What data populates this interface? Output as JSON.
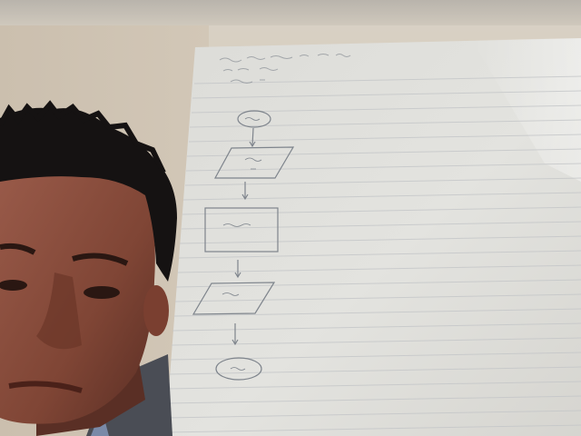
{
  "scene": {
    "description_icons": [
      "person",
      "lined-paper",
      "flowchart-sketch"
    ]
  },
  "paper": {
    "heading_lines": [
      "",
      "",
      ""
    ],
    "flowchart_nodes": [
      {
        "shape": "terminal"
      },
      {
        "shape": "io-parallelogram"
      },
      {
        "shape": "process-rectangle"
      },
      {
        "shape": "io-parallelogram"
      },
      {
        "shape": "terminal"
      }
    ]
  }
}
